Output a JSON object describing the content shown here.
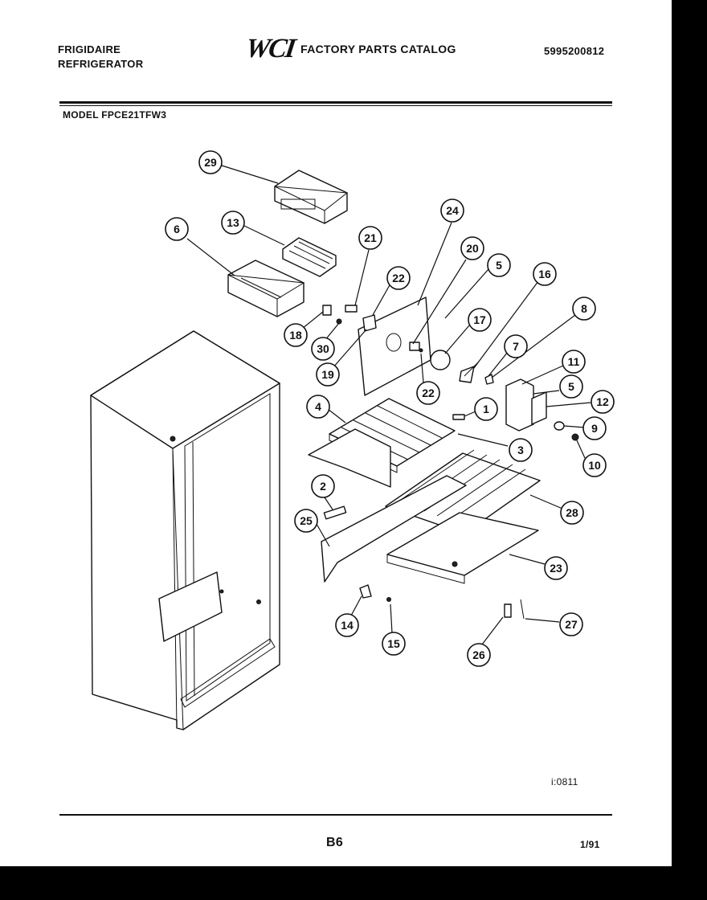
{
  "header": {
    "brand_line1": "FRIGIDAIRE",
    "brand_line2": "REFRIGERATOR",
    "logo_text": "WCI",
    "catalog_title": "FACTORY PARTS CATALOG",
    "catalog_number": "5995200812"
  },
  "model_line": "MODEL FPCE21TFW3",
  "callouts": [
    "29",
    "13",
    "6",
    "21",
    "24",
    "20",
    "5",
    "16",
    "22",
    "18",
    "30",
    "19",
    "17",
    "22",
    "8",
    "7",
    "11",
    "5",
    "12",
    "9",
    "10",
    "4",
    "1",
    "3",
    "2",
    "28",
    "25",
    "23",
    "14",
    "15",
    "27",
    "26"
  ],
  "footer": {
    "code": "i:0811",
    "page": "B6",
    "date": "1/91"
  }
}
